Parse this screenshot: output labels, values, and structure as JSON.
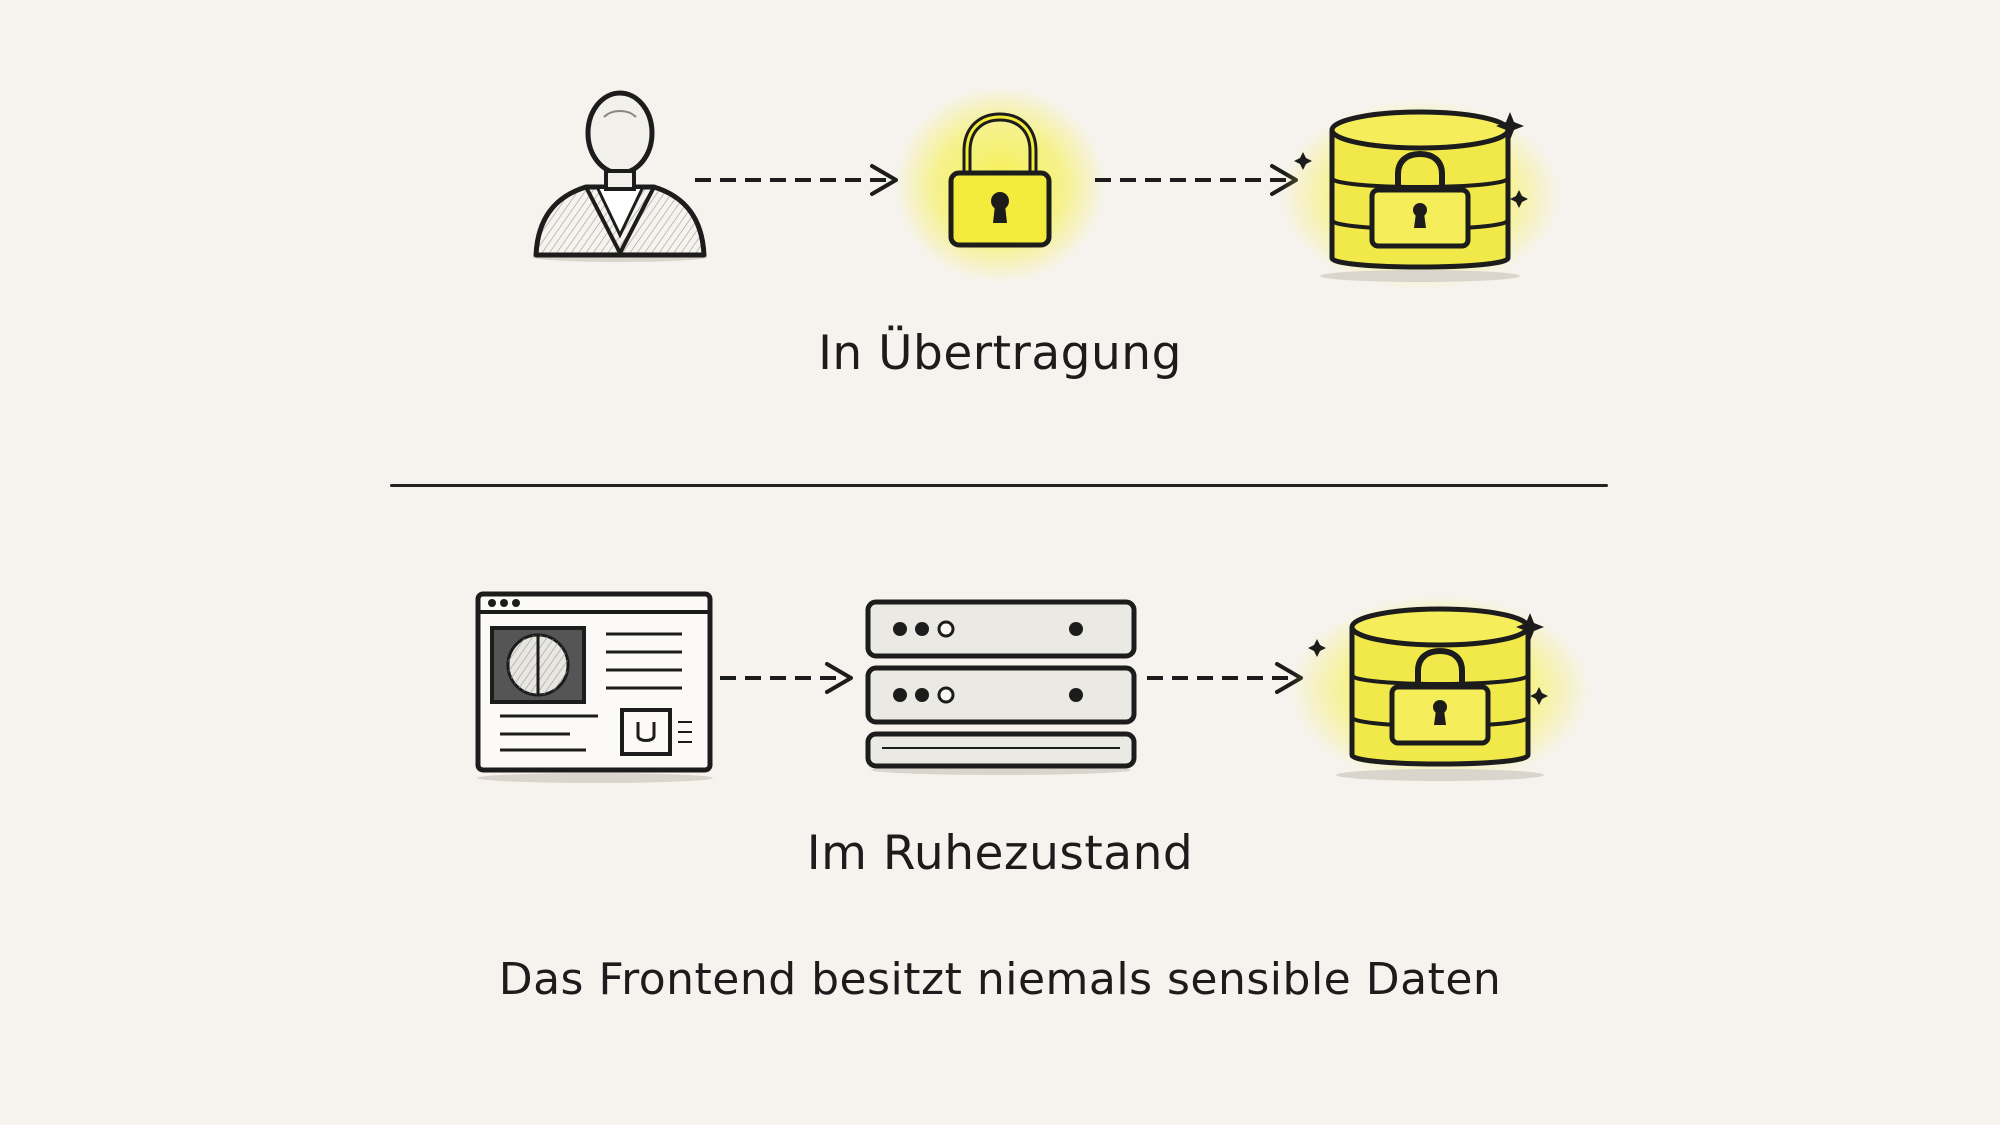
{
  "section_top": {
    "label": "In Übertragung",
    "nodes": [
      "user-icon",
      "lock-icon",
      "encrypted-database-icon"
    ]
  },
  "section_bottom": {
    "label": "Im Ruhezustand",
    "nodes": [
      "browser-window-icon",
      "server-rack-icon",
      "encrypted-database-icon"
    ]
  },
  "caption": "Das Frontend besitzt niemals sensible Daten",
  "colors": {
    "background": "#f6f3ee",
    "highlight": "#f4ef4a",
    "ink": "#1c1c1c"
  }
}
